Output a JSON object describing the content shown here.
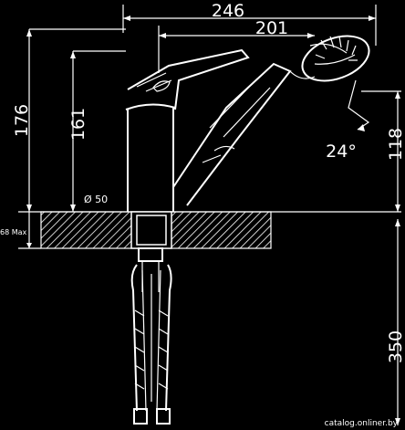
{
  "dimensions": {
    "overall_width": "246",
    "spout_width": "201",
    "overall_height": "176",
    "spout_height": "161",
    "base_diameter": "Ø 50",
    "tilt_angle": "24°",
    "head_clearance": "118",
    "hose_length": "350",
    "deck_max": "68 Max"
  },
  "watermark": "catalog.onliner.by",
  "colors": {
    "background": "#000000",
    "lines": "#ffffff"
  }
}
